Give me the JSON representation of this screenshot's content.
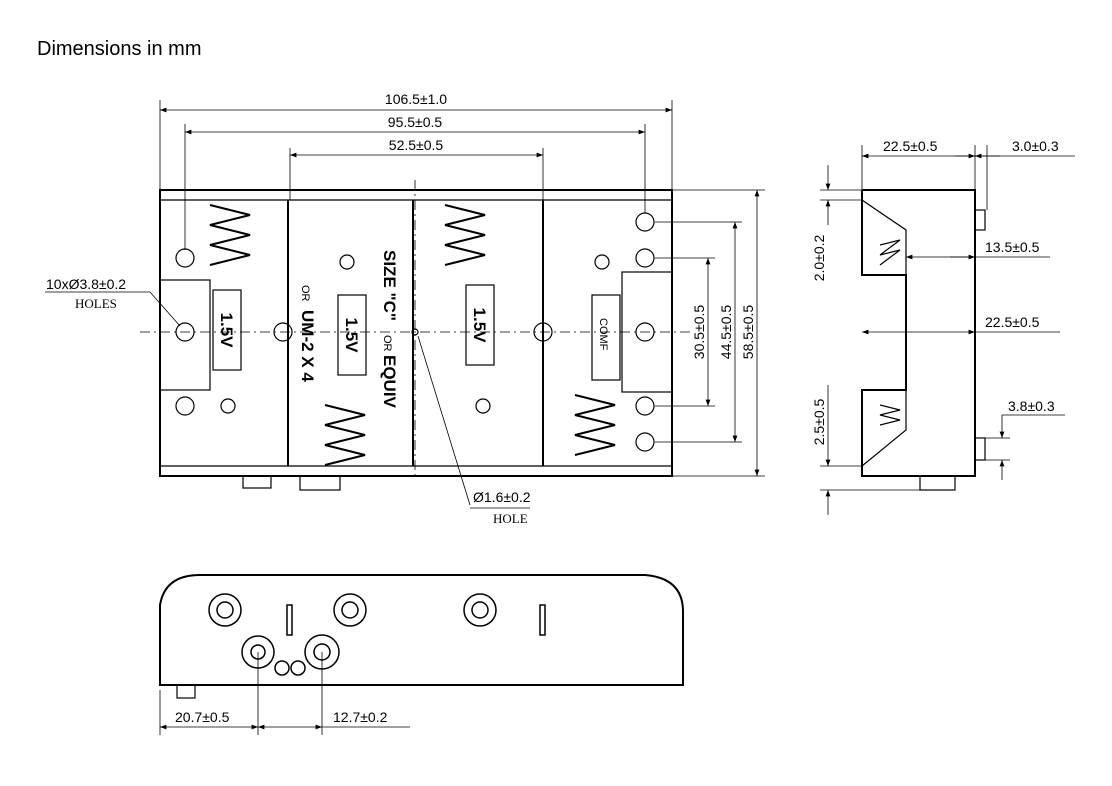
{
  "title": "Dimensions in mm",
  "top_view": {
    "overall_length": "106.5±1.0",
    "hole_span": "95.5±0.5",
    "center_span": "52.5±0.5",
    "holes_label": "10xØ3.8±0.2",
    "holes_sub": "HOLES",
    "battery_labels": [
      "1.5V",
      "1.5V",
      "1.5V"
    ],
    "size_text_1": "OR",
    "size_text_2": "UM-2 X 4",
    "size_text_3": "SIZE \"C\"",
    "size_text_4": "OR",
    "size_text_5": "EQUIV",
    "comf": "COMF",
    "dim_30": "30.5±0.5",
    "dim_44": "44.5±0.5",
    "dim_58": "58.5±0.5",
    "center_hole": "Ø1.6±0.2",
    "center_hole_sub": "HOLE"
  },
  "side_view": {
    "width": "22.5±0.5",
    "tab": "3.0±0.3",
    "top_gap": "2.0±0.2",
    "inner": "13.5±0.5",
    "mid": "22.5±0.5",
    "bottom_gap": "2.5±0.5",
    "pin": "3.8±0.3"
  },
  "bottom_view": {
    "dim_a": "20.7±0.5",
    "dim_b": "12.7±0.2"
  }
}
